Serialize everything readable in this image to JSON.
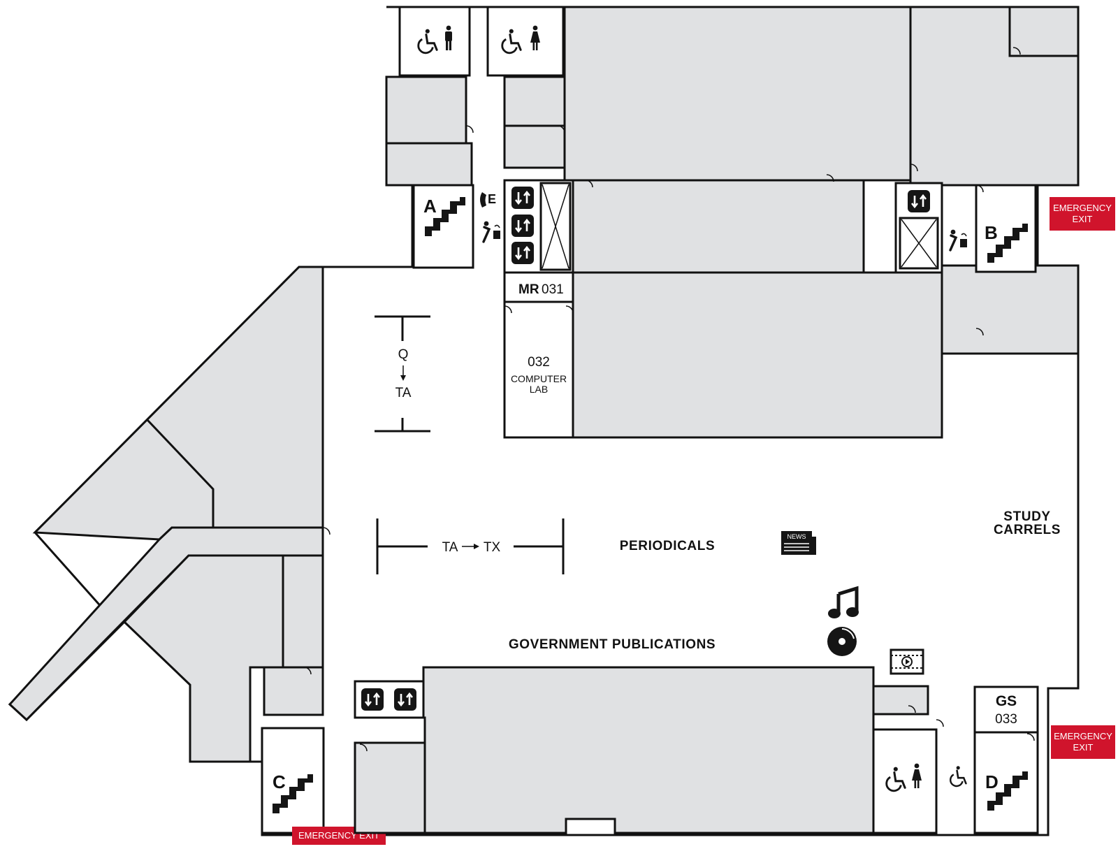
{
  "colors": {
    "room_fill": "#e0e1e3",
    "wall": "#111111",
    "emergency_exit": "#d0142c",
    "icon_dark": "#151515"
  },
  "rooms": {
    "mr": {
      "code": "MR",
      "number": "031"
    },
    "computer_lab": {
      "number": "032",
      "line1": "COMPUTER",
      "line2": "LAB"
    },
    "gs": {
      "code": "GS",
      "number": "033"
    }
  },
  "stairs": [
    "A",
    "B",
    "C",
    "D"
  ],
  "ranges": {
    "vertical": {
      "start": "Q",
      "end": "TA"
    },
    "horizontal": {
      "start": "TA",
      "end": "TX"
    }
  },
  "areas": {
    "periodicals": "PERIODICALS",
    "government_publications": "GOVERNMENT PUBLICATIONS",
    "study_carrels_line1": "STUDY",
    "study_carrels_line2": "CARRELS"
  },
  "emergency_exits": {
    "right_top": {
      "line1": "EMERGENCY",
      "line2": "EXIT"
    },
    "right_bottom": {
      "line1": "EMERGENCY",
      "line2": "EXIT"
    },
    "bottom": {
      "label": "EMERGENCY EXIT"
    }
  },
  "icons": {
    "newspaper_label": "NEWS",
    "phone_letter": "E",
    "symbols": [
      "accessible-restroom-men",
      "accessible-restroom-women",
      "elevator",
      "staircase",
      "phone",
      "water-fountain",
      "newspaper",
      "music-note",
      "cd",
      "film"
    ]
  }
}
